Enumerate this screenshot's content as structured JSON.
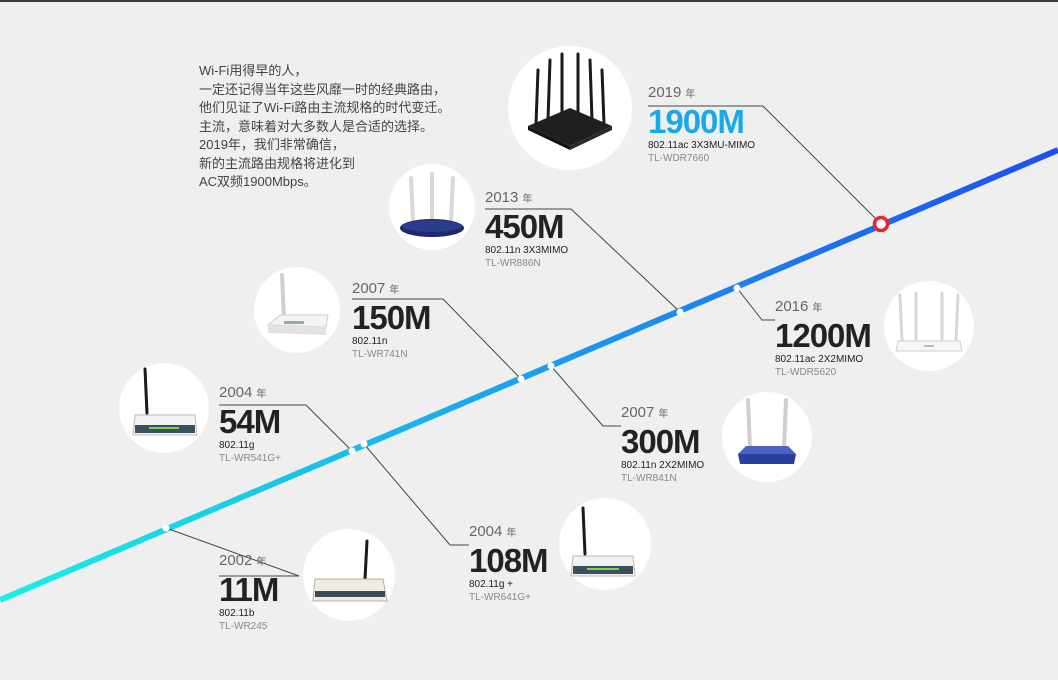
{
  "intro": {
    "lines": [
      "Wi-Fi用得早的人，",
      "一定还记得当年这些风靡一时的经典路由，",
      "他们见证了Wi-Fi路由主流规格的时代变迁。",
      "主流，意味着对大多数人是合适的选择。",
      "2019年，我们非常确信，",
      "新的主流路由规格将进化到",
      "AC双频1900Mbps。"
    ]
  },
  "year_suffix": "年",
  "entries": [
    {
      "year": "2002",
      "speed": "11M",
      "standard": "802.11b",
      "model": "TL-WR245"
    },
    {
      "year": "2004",
      "speed": "54M",
      "standard": "802.11g",
      "model": "TL-WR541G+"
    },
    {
      "year": "2004",
      "speed": "108M",
      "standard": "802.11g +",
      "model": "TL-WR641G+"
    },
    {
      "year": "2007",
      "speed": "150M",
      "standard": "802.11n",
      "model": "TL-WR741N"
    },
    {
      "year": "2007",
      "speed": "300M",
      "standard": "802.11n  2X2MIMO",
      "model": "TL-WR841N"
    },
    {
      "year": "2013",
      "speed": "450M",
      "standard": "802.11n  3X3MIMO",
      "model": "TL-WR886N"
    },
    {
      "year": "2016",
      "speed": "1200M",
      "standard": "802.11ac  2X2MIMO",
      "model": "TL-WDR5620"
    },
    {
      "year": "2019",
      "speed": "1900M",
      "standard": "802.11ac  3X3MU-MIMO",
      "model": "TL-WDR7660",
      "highlight": true
    }
  ],
  "colors": {
    "timeline_start": "#19f0e3",
    "timeline_end": "#1e54f0",
    "highlight_text": "#19a9e6",
    "current_marker": "#e8262d",
    "connector": "#444444"
  },
  "icons": [
    "router-icon"
  ]
}
